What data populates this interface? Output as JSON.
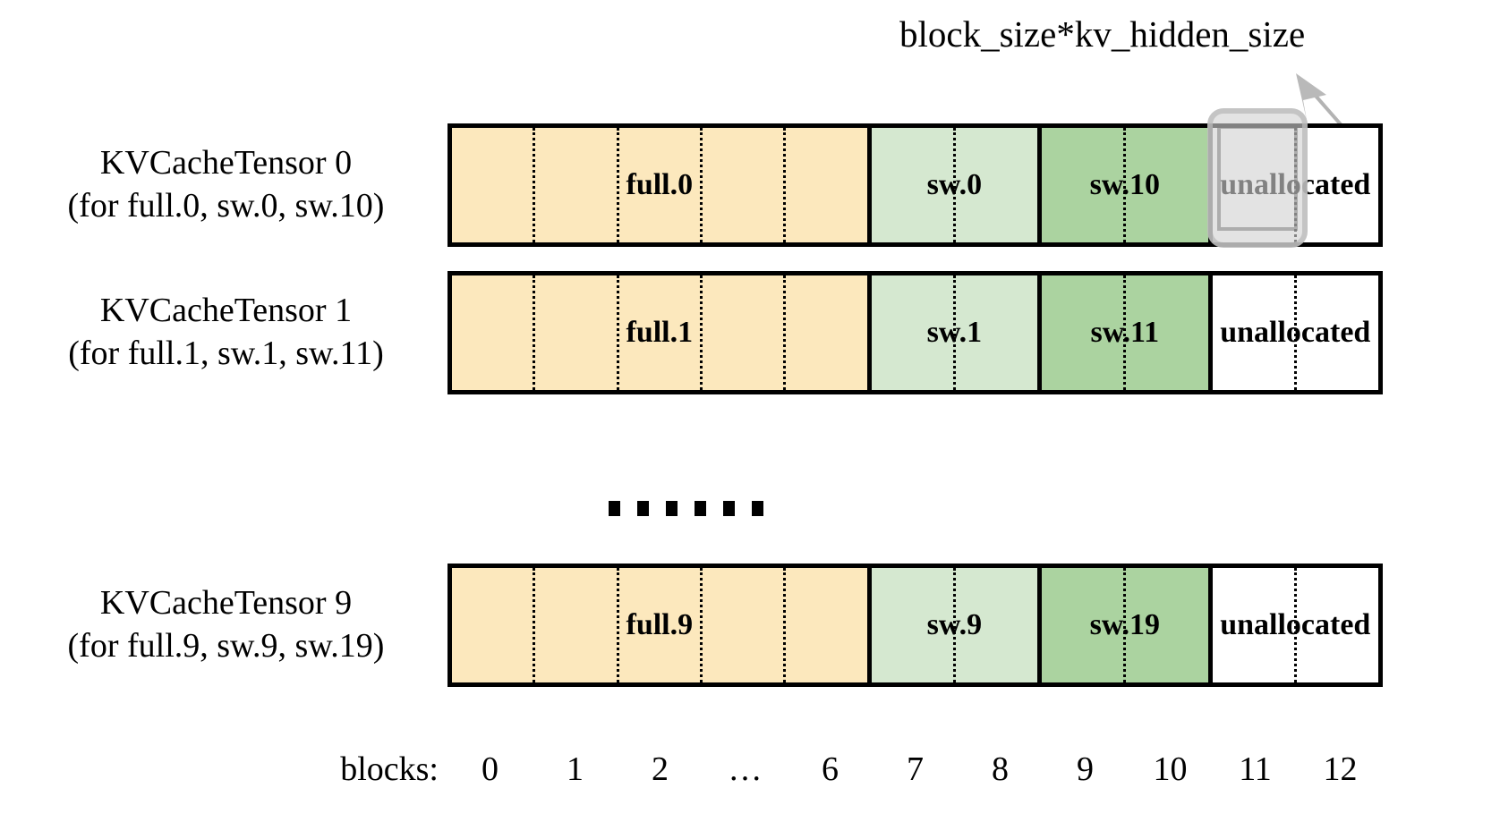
{
  "annotation": {
    "text": "block_size*kv_hidden_size",
    "arrow_icon": "arrow-up-left-icon",
    "color": "#b3b3b3"
  },
  "colors": {
    "full": "#fce8bd",
    "sw_light": "#d5e8d0",
    "sw_dark": "#abd3a0",
    "unallocated": "#ffffff",
    "border": "#000000",
    "highlight": "#bdbdbd"
  },
  "ellipsis": {
    "label": "......",
    "dots": 6
  },
  "axis": {
    "title": "blocks:",
    "ticks": [
      "0",
      "1",
      "2",
      "…",
      "6",
      "7",
      "8",
      "9",
      "10",
      "11",
      "12"
    ]
  },
  "rows": [
    {
      "label_line1": "KVCacheTensor 0",
      "label_line2": "(for full.0, sw.0, sw.10)",
      "segments": [
        {
          "label": "full.0",
          "kind": "full",
          "blocks": 5
        },
        {
          "label": "sw.0",
          "kind": "sw_light",
          "blocks": 2
        },
        {
          "label": "sw.10",
          "kind": "sw_dark",
          "blocks": 2
        },
        {
          "label": "unallocated",
          "kind": "unallocated",
          "blocks": 2
        }
      ],
      "highlighted_block": "11"
    },
    {
      "label_line1": "KVCacheTensor 1",
      "label_line2": "(for full.1, sw.1, sw.11)",
      "segments": [
        {
          "label": "full.1",
          "kind": "full",
          "blocks": 5
        },
        {
          "label": "sw.1",
          "kind": "sw_light",
          "blocks": 2
        },
        {
          "label": "sw.11",
          "kind": "sw_dark",
          "blocks": 2
        },
        {
          "label": "unallocated",
          "kind": "unallocated",
          "blocks": 2
        }
      ],
      "highlighted_block": null
    },
    {
      "label_line1": "KVCacheTensor 9",
      "label_line2": "(for full.9, sw.9, sw.19)",
      "segments": [
        {
          "label": "full.9",
          "kind": "full",
          "blocks": 5
        },
        {
          "label": "sw.9",
          "kind": "sw_light",
          "blocks": 2
        },
        {
          "label": "sw.19",
          "kind": "sw_dark",
          "blocks": 2
        },
        {
          "label": "unallocated",
          "kind": "unallocated",
          "blocks": 2
        }
      ],
      "highlighted_block": null
    }
  ]
}
